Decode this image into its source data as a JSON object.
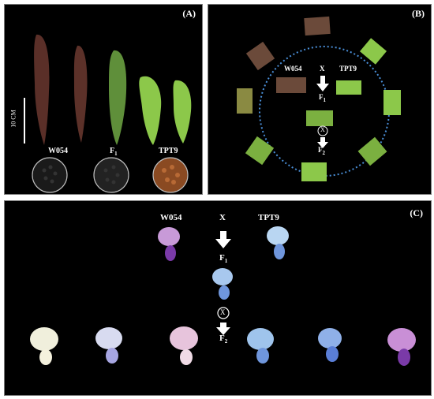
{
  "panels": {
    "a": {
      "label": "(A)",
      "scale_label": "10 CM",
      "parents": {
        "p1": "W054",
        "f1": "F",
        "f1_sub": "1",
        "p2": "TPT9"
      },
      "pods": [
        {
          "name": "pod-w054-1",
          "color": "#5a2f28"
        },
        {
          "name": "pod-w054-2",
          "color": "#5c3129"
        },
        {
          "name": "pod-f1",
          "color": "#5f8f3a"
        },
        {
          "name": "pod-tpt9-1",
          "color": "#8cc84a"
        },
        {
          "name": "pod-tpt9-2",
          "color": "#8cc84a"
        }
      ],
      "seeds": [
        {
          "name": "seed-dish-w054",
          "color": "#1a1a1a"
        },
        {
          "name": "seed-dish-f1",
          "color": "#222222"
        },
        {
          "name": "seed-dish-tpt9",
          "color": "#8a4a22"
        }
      ]
    },
    "b": {
      "label": "(B)",
      "p1": "W054",
      "cross": "X",
      "p2": "TPT9",
      "f1": "F",
      "f1_sub": "1",
      "self_symbol": "X",
      "f2": "F",
      "f2_sub": "2",
      "ring_color": "#4a8fd8"
    },
    "c": {
      "label": "(C)",
      "p1": "W054",
      "cross": "X",
      "p2": "TPT9",
      "f1": "F",
      "f1_sub": "1",
      "self_symbol": "X",
      "f2": "F",
      "f2_sub": "2",
      "flower_colors": {
        "white": "#f0efdc",
        "pale_violet": "#d8dbf0",
        "pink": "#e7c4dc",
        "light_blue": "#9fc4ec",
        "blue": "#8fb0e8",
        "purple": "#b06ab8"
      }
    }
  }
}
